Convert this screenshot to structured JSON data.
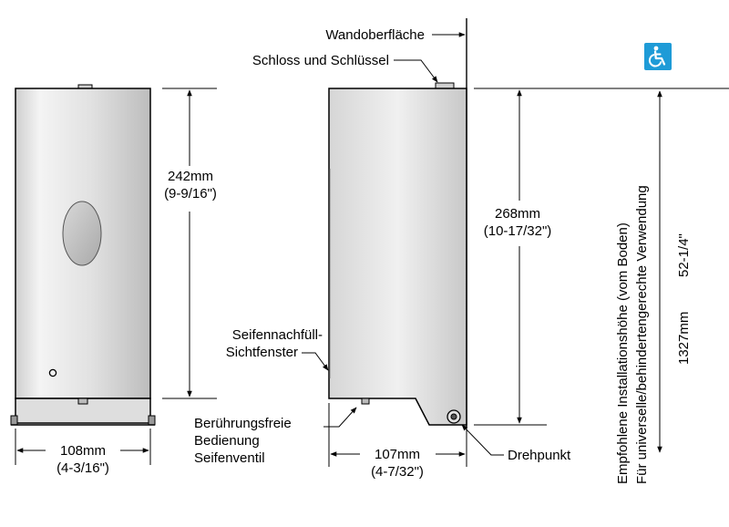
{
  "labels": {
    "wall_surface": "Wandoberfläche",
    "lock_and_key": "Schloss und Schlüssel",
    "front_height_mm": "242mm",
    "front_height_in": "(9-9/16\")",
    "side_height_mm": "268mm",
    "side_height_in": "(10-17/32\")",
    "refill_window_line1": "Seifennachfüll-",
    "refill_window_line2": "Sichtfenster",
    "valve_line1": "Berührungsfreie",
    "valve_line2": "Bedienung",
    "valve_line3": "Seifenventil",
    "front_width_mm": "108mm",
    "front_width_in": "(4-3/16\")",
    "side_depth_mm": "107mm",
    "side_depth_in": "(4-7/32\")",
    "pivot": "Drehpunkt",
    "install_height_line1": "Empfohlene Installationshöhe (vom Boden)",
    "install_height_line2": "Für universelle/behindertengerechte Verwendung",
    "install_height_mm": "1327mm",
    "install_height_in": "52-1/4\""
  },
  "icons": {
    "accessibility": "wheelchair-accessibility-icon"
  },
  "colors": {
    "accessibility_badge": "#1e9bd7",
    "line": "#000000"
  }
}
